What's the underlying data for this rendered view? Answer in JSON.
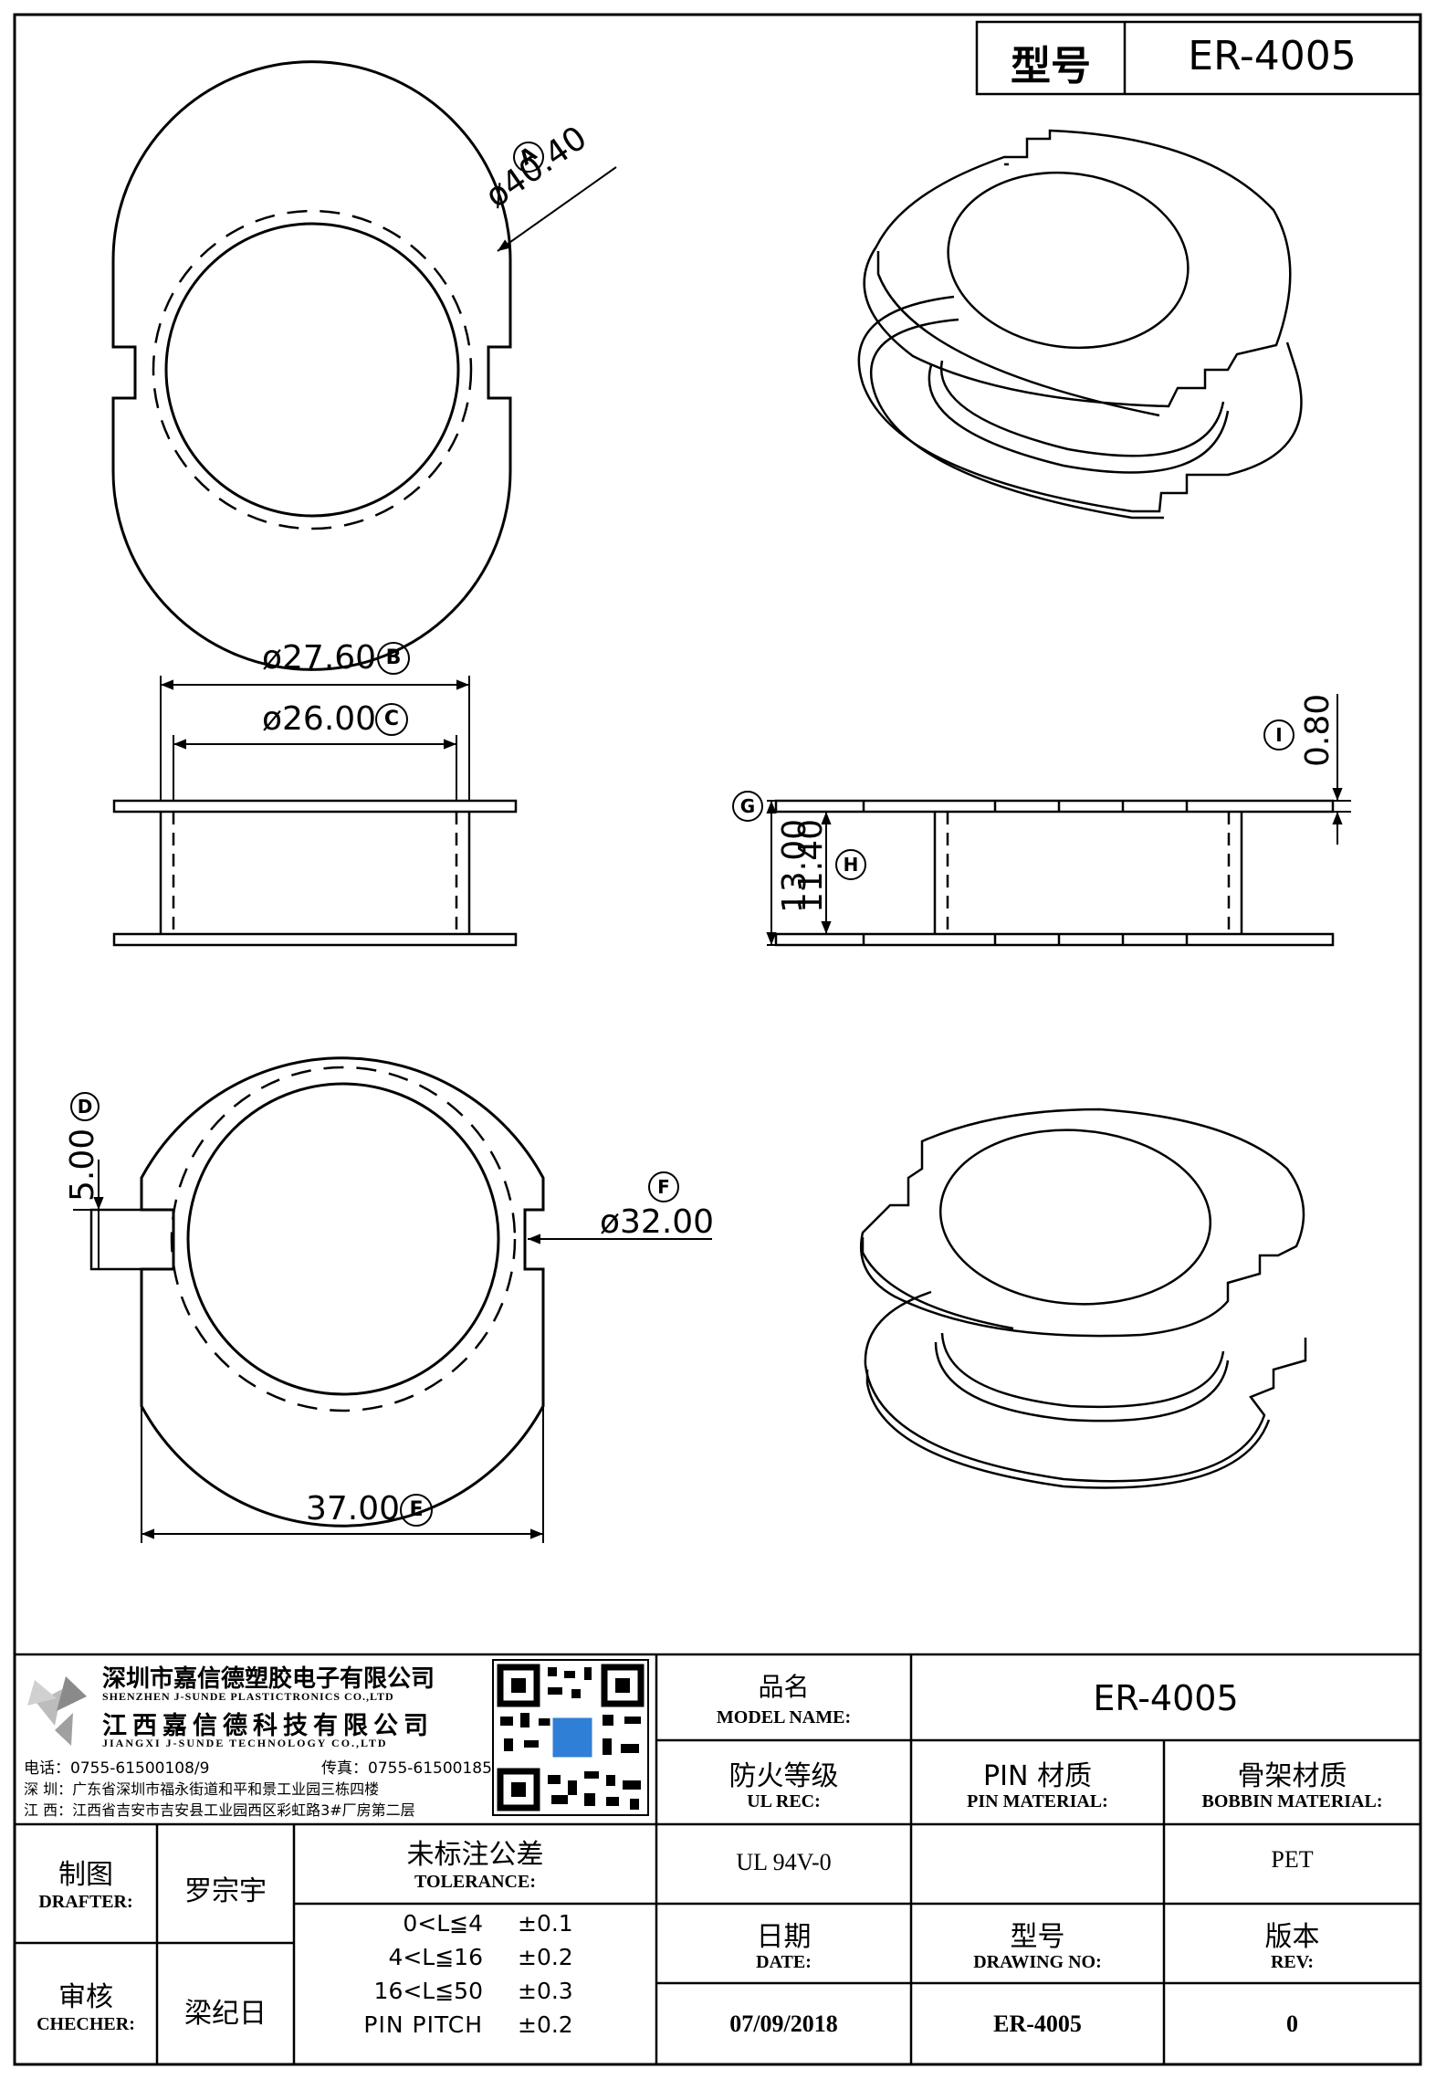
{
  "header": {
    "model_label": "型号",
    "model_value": "ER-4005"
  },
  "dimensions": {
    "A": {
      "tag": "A",
      "value": "ø40.40"
    },
    "B": {
      "tag": "B",
      "value": "ø27.60"
    },
    "C": {
      "tag": "C",
      "value": "ø26.00"
    },
    "D": {
      "tag": "D",
      "value": "5.00"
    },
    "E": {
      "tag": "E",
      "value": "37.00"
    },
    "F": {
      "tag": "F",
      "value": "ø32.00"
    },
    "G": {
      "tag": "G",
      "value": "13.00"
    },
    "H": {
      "tag": "H",
      "value": "11.40"
    },
    "I": {
      "tag": "I",
      "value": "0.80"
    }
  },
  "company": {
    "name_cn_1": "深圳市嘉信德塑胶电子有限公司",
    "name_en_1": "SHENZHEN J-SUNDE PLASTICTRONICS CO.,LTD",
    "name_cn_2": "江西嘉信德科技有限公司",
    "name_en_2": "JIANGXI J-SUNDE TECHNOLOGY CO.,LTD",
    "tel": "电话：0755-61500108/9",
    "fax": "传真：0755-61500185",
    "addr_sz": "深 圳：广东省深圳市福永街道和平和景工业园三栋四楼",
    "addr_jx": "江 西：江西省吉安市吉安县工业园西区彩虹路3#厂房第二层"
  },
  "table": {
    "model_name_cn": "品名",
    "model_name_en": "MODEL NAME:",
    "model_name_value": "ER-4005",
    "ul_cn": "防火等级",
    "ul_en": "UL REC:",
    "ul_value": "UL 94V-0",
    "pin_cn": "PIN 材质",
    "pin_en": "PIN MATERIAL:",
    "pin_value": "",
    "bobbin_cn": "骨架材质",
    "bobbin_en": "BOBBIN MATERIAL:",
    "bobbin_value": "PET",
    "drafter_cn": "制图",
    "drafter_en": "DRAFTER:",
    "drafter_name": "罗宗宇",
    "checker_cn": "审核",
    "checker_en": "CHECHER:",
    "checker_name": "梁纪日",
    "tol_cn": "未标注公差",
    "tol_en": "TOLERANCE:",
    "tolerances": [
      {
        "range": "0<L≦4",
        "value": "±0.1"
      },
      {
        "range": "4<L≦16",
        "value": "±0.2"
      },
      {
        "range": "16<L≦50",
        "value": "±0.3"
      },
      {
        "range": "PIN PITCH",
        "value": "±0.2"
      }
    ],
    "date_cn": "日期",
    "date_en": "DATE:",
    "date_value": "07/09/2018",
    "dwg_cn": "型号",
    "dwg_en": "DRAWING NO:",
    "dwg_value": "ER-4005",
    "rev_cn": "版本",
    "rev_en": "REV:",
    "rev_value": "0"
  }
}
